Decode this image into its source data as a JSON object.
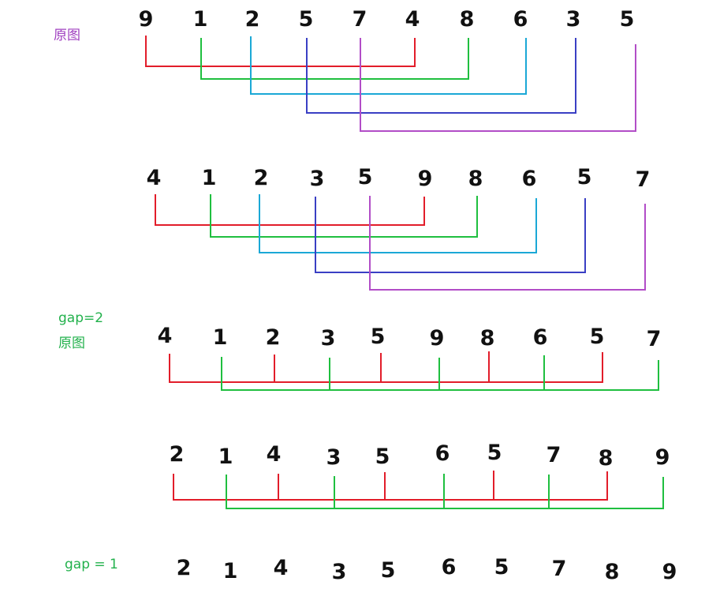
{
  "labels": {
    "original_1": "原图",
    "gap2": "gap=2",
    "original_2": "原图",
    "gap1": "gap = 1"
  },
  "rows": [
    {
      "digits": [
        "9",
        "1",
        "2",
        "5",
        "7",
        "4",
        "8",
        "6",
        "3",
        "5"
      ]
    },
    {
      "digits": [
        "4",
        "1",
        "2",
        "3",
        "5",
        "9",
        "8",
        "6",
        "5",
        "7"
      ]
    },
    {
      "digits": [
        "4",
        "1",
        "2",
        "3",
        "5",
        "9",
        "8",
        "6",
        "5",
        "7"
      ]
    },
    {
      "digits": [
        "2",
        "1",
        "4",
        "3",
        "5",
        "6",
        "5",
        "7",
        "8",
        "9"
      ]
    },
    {
      "digits": [
        "2",
        "1",
        "4",
        "3",
        "5",
        "6",
        "5",
        "7",
        "8",
        "9"
      ]
    }
  ],
  "colors": {
    "red": "#e21d2a",
    "green": "#1fbf3f",
    "cyan": "#1ba8d6",
    "blue": "#3a3fc4",
    "purple": "#b24dc7",
    "label_purple": "#a040c0",
    "label_green": "#22b14c"
  }
}
